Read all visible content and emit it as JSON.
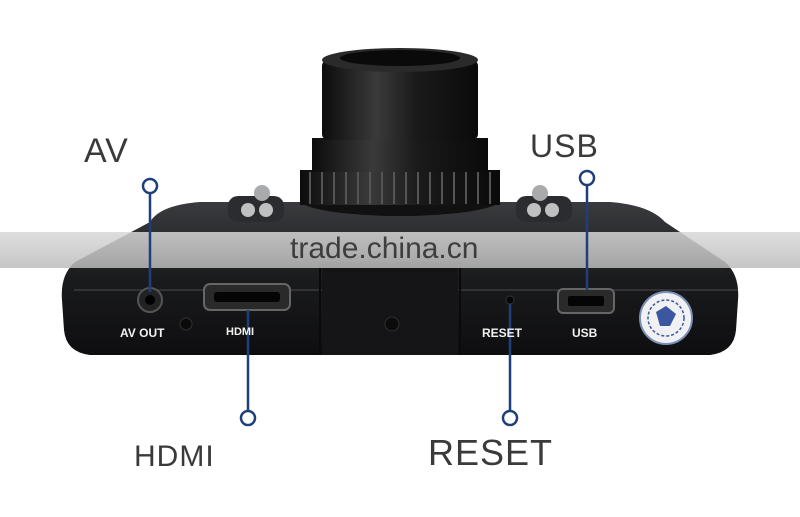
{
  "callouts": {
    "av": "AV",
    "usb": "USB",
    "hdmi": "HDMI",
    "reset": "RESET"
  },
  "device_labels": {
    "av_out": "AV OUT",
    "hdmi": "HDMI",
    "reset": "RESET",
    "usb": "USB"
  },
  "watermark": "trade.china.cn",
  "colors": {
    "background": "#ffffff",
    "body": "#1c1c1e",
    "callout_line": "#1f3f7a"
  }
}
